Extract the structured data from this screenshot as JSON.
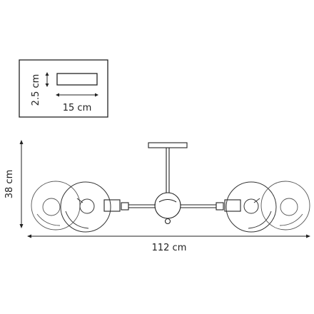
{
  "diagram": {
    "mount_box": {
      "height_label": "2.5 cm",
      "width_label": "15 cm"
    },
    "fixture": {
      "height_label": "38 cm",
      "width_label": "112 cm"
    }
  },
  "colors": {
    "line": "#222222",
    "glass": "#555555"
  }
}
